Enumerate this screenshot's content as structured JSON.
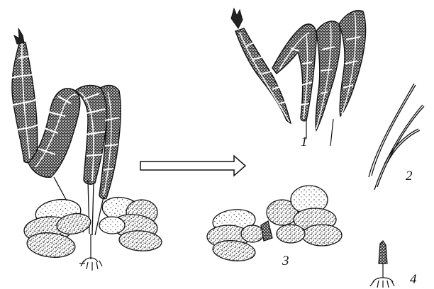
{
  "figure": {
    "labels": {
      "part1": "1",
      "part2": "2",
      "part3": "3",
      "part4": "4"
    },
    "parts": [
      "whole-plant",
      "leaves-detached",
      "petioles",
      "bulb-cluster",
      "root-stub"
    ],
    "colors": {
      "ink": "#111111",
      "stipple": "#222222",
      "paper": "#ffffff"
    }
  }
}
